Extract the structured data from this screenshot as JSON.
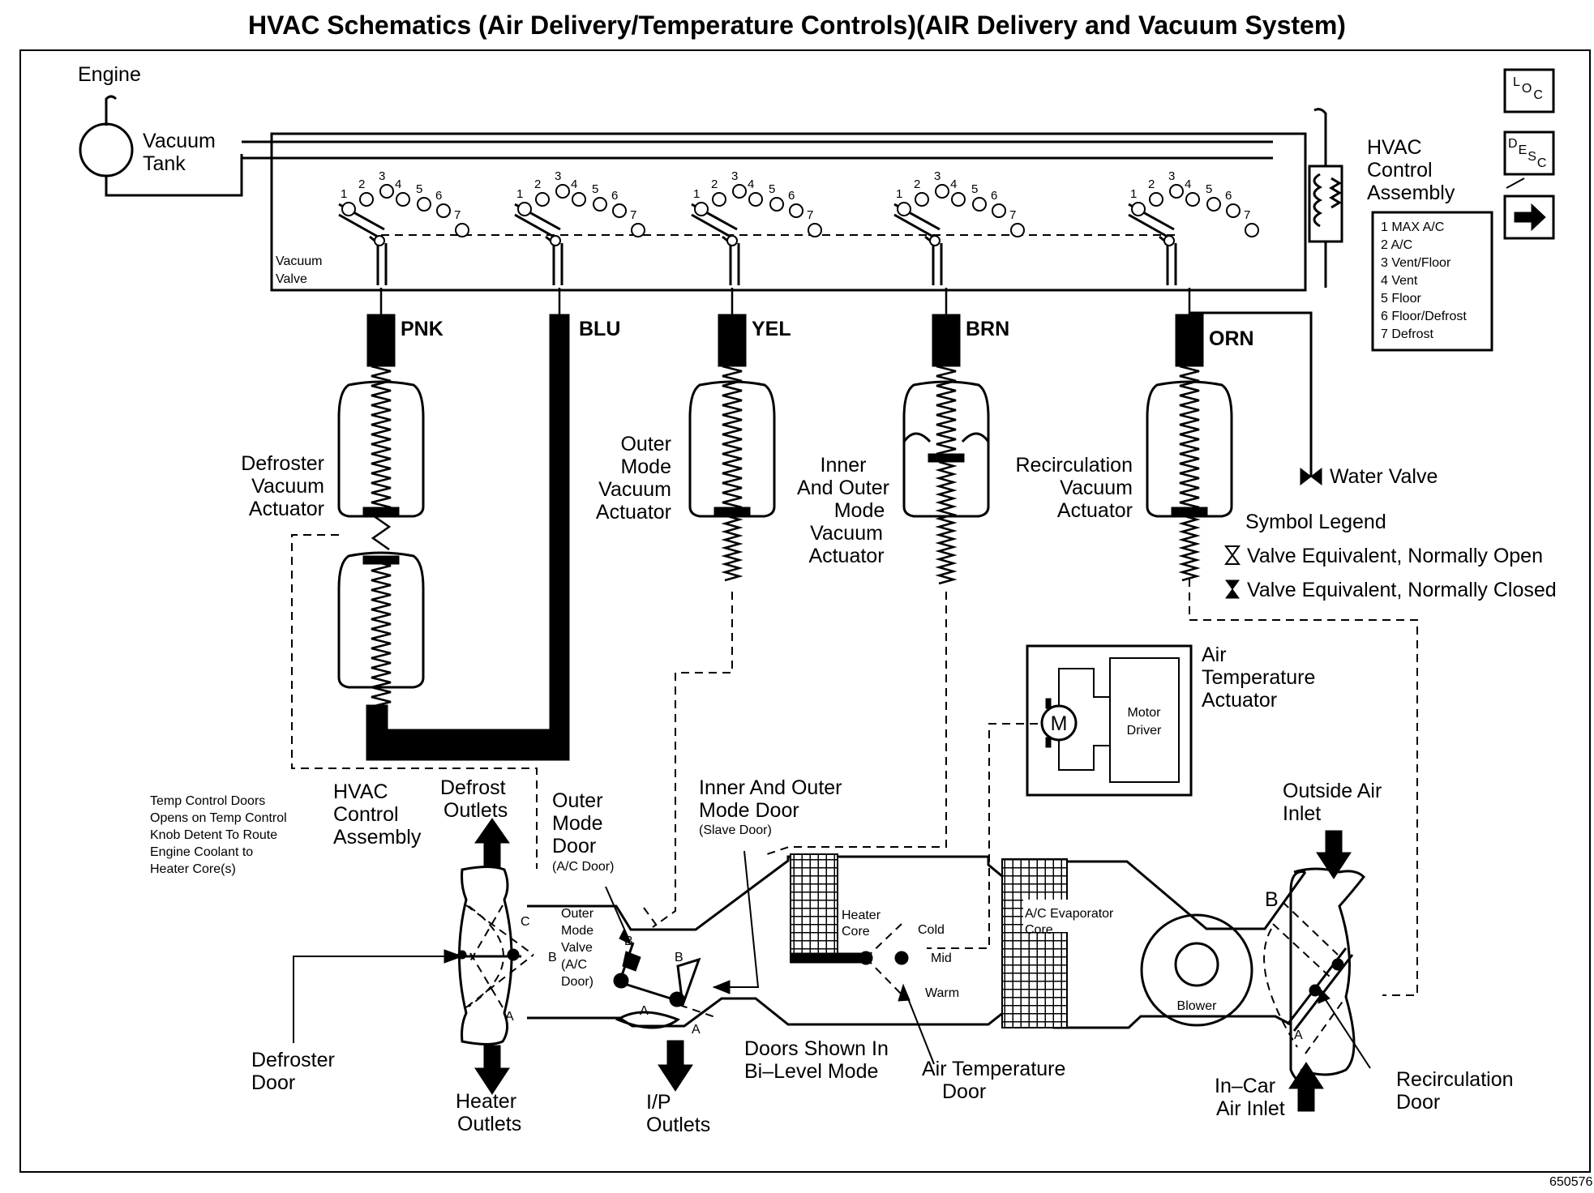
{
  "title": "HVAC Schematics (Air Delivery/Temperature Controls)(AIR Delivery and Vacuum System)",
  "figure_id": "650576",
  "labels": {
    "engine": "Engine",
    "vacuum_tank": [
      "Vacuum",
      "Tank"
    ],
    "vacuum_valve": [
      "Vacuum",
      "Valve"
    ],
    "hvac_control_assembly_top": [
      "HVAC",
      "Control",
      "Assembly"
    ],
    "hvac_control_assembly_mid": [
      "HVAC",
      "Control",
      "Assembly"
    ],
    "defroster_vacuum_actuator": [
      "Defroster",
      "Vacuum",
      "Actuator"
    ],
    "outer_mode_vacuum_actuator": [
      "Outer",
      "Mode",
      "Vacuum",
      "Actuator"
    ],
    "inner_outer_mode_vacuum_actuator": [
      "Inner",
      "And Outer",
      "Mode",
      "Vacuum",
      "Actuator"
    ],
    "recirculation_vacuum_actuator": [
      "Recirculation",
      "Vacuum",
      "Actuator"
    ],
    "water_valve": "Water Valve",
    "air_temperature_actuator": [
      "Air",
      "Temperature",
      "Actuator"
    ],
    "motor_driver": [
      "Motor",
      "Driver"
    ],
    "motor_symbol": "M",
    "temp_note": [
      "Temp Control Doors",
      "Opens on Temp Control",
      "Knob Detent To Route",
      "Engine Coolant to",
      "Heater Core(s)"
    ],
    "defrost_outlets": [
      "Defrost",
      "Outlets"
    ],
    "outer_mode_door": [
      "Outer",
      "Mode",
      "Door"
    ],
    "outer_mode_door_sub": "(A/C Door)",
    "inner_outer_mode_door": [
      "Inner And Outer",
      "Mode Door"
    ],
    "inner_outer_mode_door_sub": "(Slave Door)",
    "outside_air_inlet": [
      "Outside Air",
      "Inlet"
    ],
    "outer_mode_valve": [
      "Outer",
      "Mode",
      "Valve",
      "(A/C",
      "Door)"
    ],
    "heater_core": [
      "Heater",
      "Core"
    ],
    "ac_evaporator_core": [
      "A/C Evaporator",
      "Core"
    ],
    "blower": "Blower",
    "cold": "Cold",
    "mid": "Mid",
    "warm": "Warm",
    "defroster_door": [
      "Defroster",
      "Door"
    ],
    "heater_outlets": [
      "Heater",
      "Outlets"
    ],
    "ip_outlets": [
      "I/P",
      "Outlets"
    ],
    "doors_shown": [
      "Doors Shown In",
      "Bi–Level Mode"
    ],
    "air_temperature_door": [
      "Air Temperature",
      "Door"
    ],
    "in_car_air_inlet": [
      "In–Car",
      "Air Inlet"
    ],
    "recirculation_door": [
      "Recirculation",
      "Door"
    ],
    "door_letter_a": "A",
    "door_letter_b": "B",
    "door_letter_c": "C"
  },
  "hose_colors": [
    "PNK",
    "BLU",
    "YEL",
    "BRN",
    "ORN"
  ],
  "port_numbers": [
    "1",
    "2",
    "3",
    "4",
    "5",
    "6",
    "7"
  ],
  "modes": [
    {
      "num": "1",
      "name": "MAX A/C"
    },
    {
      "num": "2",
      "name": "A/C"
    },
    {
      "num": "3",
      "name": "Vent/Floor"
    },
    {
      "num": "4",
      "name": "Vent"
    },
    {
      "num": "5",
      "name": "Floor"
    },
    {
      "num": "6",
      "name": "Floor/Defrost"
    },
    {
      "num": "7",
      "name": "Defrost"
    }
  ],
  "symbol_legend": {
    "title": "Symbol Legend",
    "normally_open": "Valve Equivalent, Normally Open",
    "normally_closed": "Valve Equivalent, Normally Closed"
  },
  "nav_icons": {
    "loc": [
      "L",
      "O",
      "C"
    ],
    "desc": [
      "D",
      "E",
      "S",
      "C"
    ],
    "next_arrow": "➔"
  }
}
